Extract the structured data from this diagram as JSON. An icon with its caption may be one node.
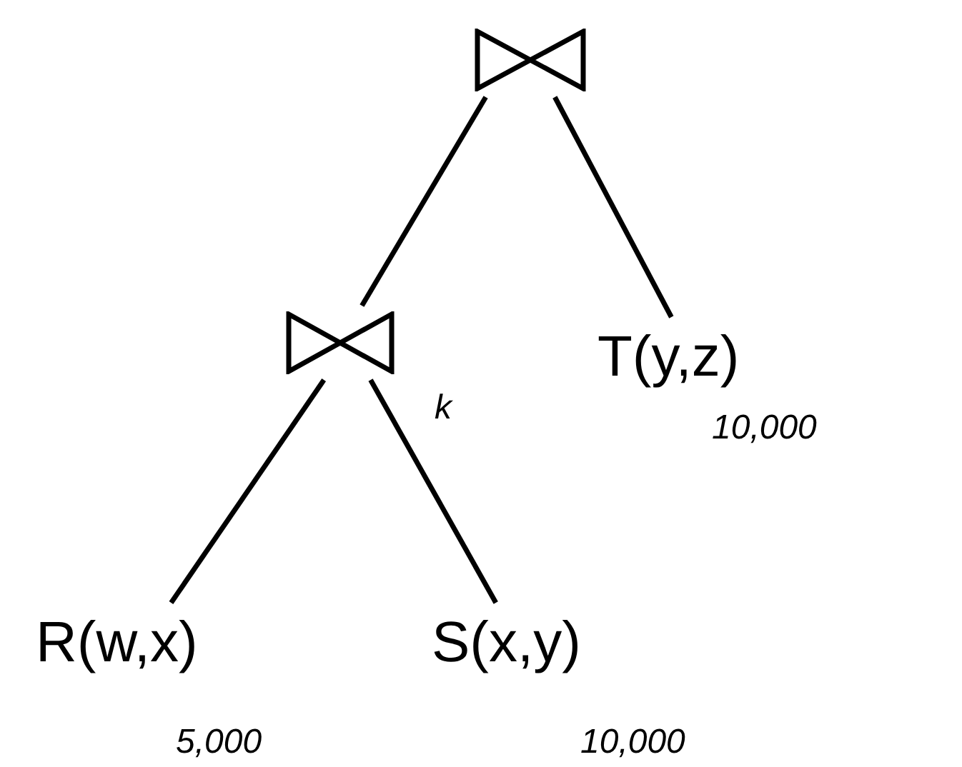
{
  "diagram": {
    "nodes": [
      {
        "text": [],
        "shape": "bowtie"
      },
      {
        "text": [],
        "shape": "bowtie",
        "beside": [
          "k"
        ]
      },
      {
        "text": [
          "T(y,z)"
        ],
        "beside": [
          "10,000"
        ]
      },
      {
        "text": [
          "R(w,x)"
        ],
        "beside": [
          "5,000"
        ]
      },
      {
        "text": [
          "S(x,y)"
        ],
        "beside": [
          "10,000"
        ]
      }
    ],
    "edges": [
      {
        "from": 0,
        "to": 1,
        "arrow": "none"
      },
      {
        "from": 0,
        "to": 2,
        "arrow": "none"
      },
      {
        "from": 1,
        "to": 3,
        "arrow": "none"
      },
      {
        "from": 1,
        "to": 4,
        "arrow": "none"
      }
    ]
  }
}
